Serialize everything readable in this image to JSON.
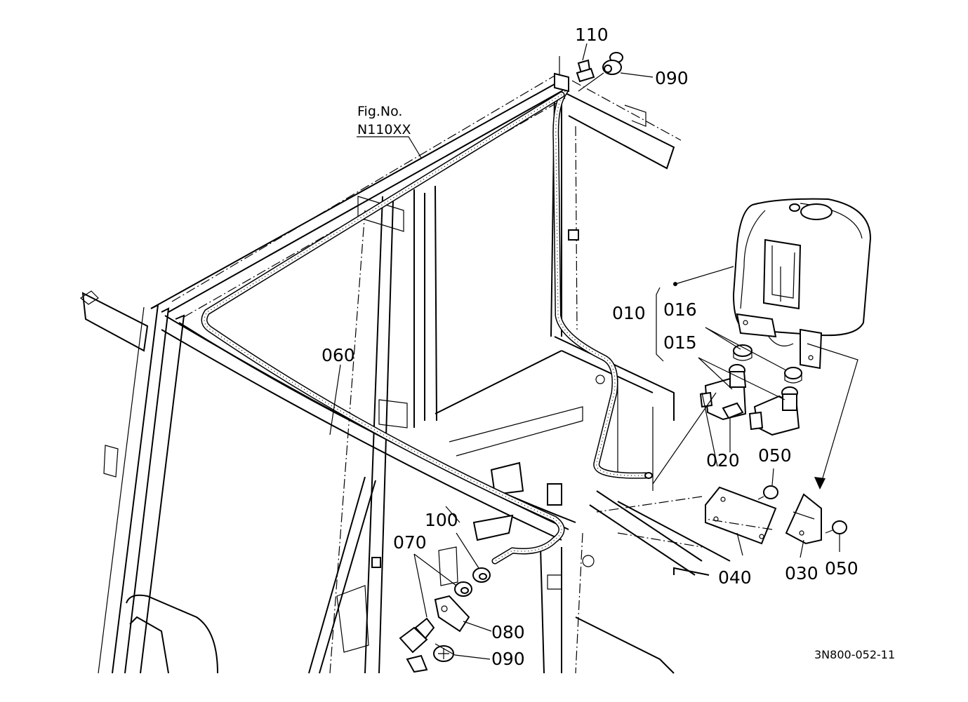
{
  "figure_ref": {
    "line1": "Fig.No.",
    "line2": "N110XX"
  },
  "drawing_code": "3N800-052-11",
  "callouts": {
    "c110": "110",
    "c090_top": "090",
    "c010": "010",
    "c016": "016",
    "c015": "015",
    "c060": "060",
    "c020": "020",
    "c050_top": "050",
    "c100": "100",
    "c070": "070",
    "c040": "040",
    "c030": "030",
    "c050_bottom": "050",
    "c080": "080",
    "c090_bottom": "090"
  }
}
